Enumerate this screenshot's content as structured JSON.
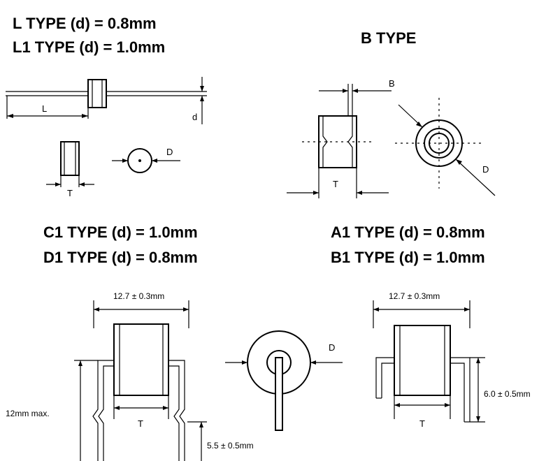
{
  "headings": {
    "l_type": "L TYPE (d) = 0.8mm",
    "l1_type": "L1 TYPE (d) = 1.0mm",
    "b_type": "B TYPE",
    "c1_type": "C1 TYPE (d) = 1.0mm",
    "d1_type": "D1 TYPE (d) = 0.8mm",
    "a1_type": "A1 TYPE (d) = 0.8mm",
    "b1_type": "B1 TYPE (d) = 1.0mm"
  },
  "labels": {
    "L": "L",
    "d": "d",
    "T": "T",
    "D": "D",
    "B": "B",
    "width_c1": "12.7 ± 0.3mm",
    "width_a1": "12.7 ± 0.3mm",
    "max_height": "12mm max.",
    "lead_length": "5.5 ± 0.5mm",
    "height_a1": "6.0 ± 0.5mm"
  }
}
